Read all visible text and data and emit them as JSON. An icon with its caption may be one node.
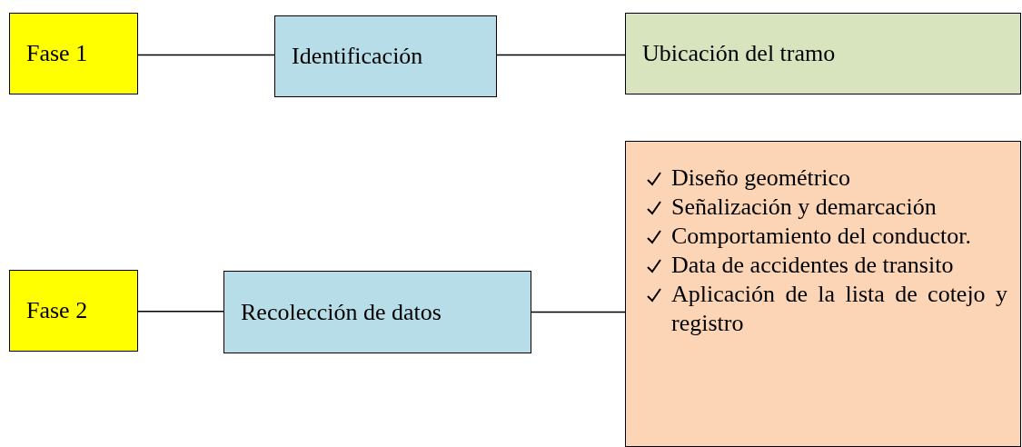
{
  "diagram": {
    "nodes": [
      {
        "text": [
          "Fase 1"
        ]
      },
      {
        "text": [
          "Identificación"
        ]
      },
      {
        "text": [
          "Ubicación del tramo"
        ]
      },
      {
        "text": [
          "Fase 2"
        ]
      },
      {
        "text": [
          "Recolección de datos"
        ]
      },
      {
        "text": [
          "Diseño geométrico",
          "Señalización y demarcación",
          "Comportamiento del conductor.",
          "Data de accidentes de transito",
          "Aplicación de la lista de cotejo y registro"
        ]
      }
    ],
    "edges": [
      {
        "from": 0,
        "to": 1,
        "arrow": "none"
      },
      {
        "from": 1,
        "to": 2,
        "arrow": "none"
      },
      {
        "from": 3,
        "to": 4,
        "arrow": "none"
      },
      {
        "from": 4,
        "to": 5,
        "arrow": "none"
      }
    ]
  }
}
